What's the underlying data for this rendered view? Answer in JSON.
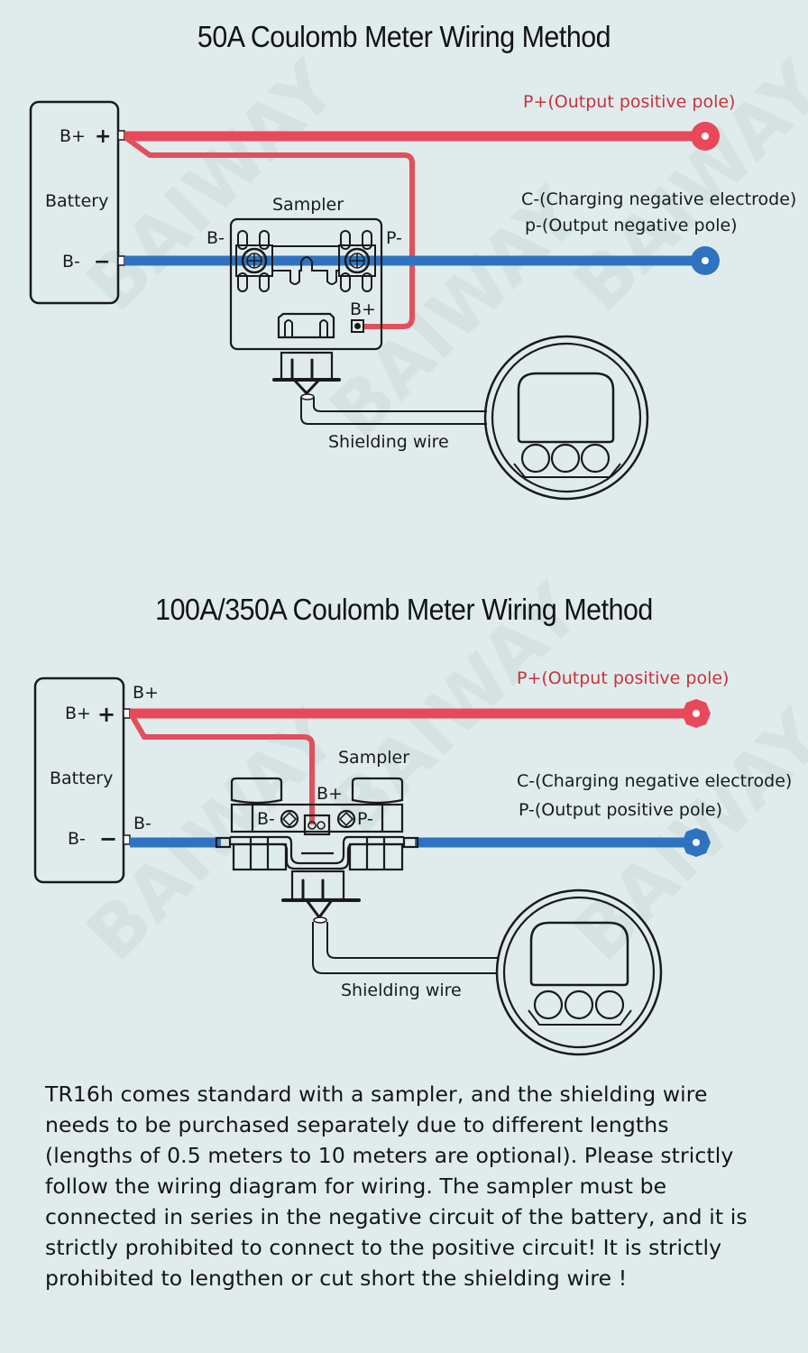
{
  "colors": {
    "background": "#e0ecec",
    "positive_wire": "#e8495a",
    "negative_wire": "#2f73c0",
    "positive_label": "#c7323e",
    "line": "#1a1a1a"
  },
  "watermark": "BAIWAY",
  "diagram_50a": {
    "title": "50A Coulomb Meter Wiring Method",
    "battery": {
      "label": "Battery",
      "pos_terminal": "B+",
      "pos_sign": "+",
      "neg_terminal": "B-",
      "neg_sign": "−"
    },
    "sampler": {
      "label": "Sampler",
      "left_terminal": "B-",
      "right_terminal": "P-",
      "bplus_terminal": "B+"
    },
    "outputs": {
      "positive": "P+(Output positive pole)",
      "negative_line1": "C-(Charging negative electrode)",
      "negative_line2": "p-(Output negative pole)"
    },
    "shielding_wire_label": "Shielding wire"
  },
  "diagram_100a_350a": {
    "title": "100A/350A Coulomb Meter Wiring Method",
    "battery": {
      "label": "Battery",
      "pos_terminal": "B+",
      "pos_sign": "+",
      "neg_terminal": "B-",
      "neg_sign": "−",
      "pos_wire_label": "B+",
      "neg_wire_label": "B-"
    },
    "sampler": {
      "label": "Sampler",
      "left_terminal": "B-",
      "right_terminal": "P-",
      "bplus_terminal": "B+"
    },
    "outputs": {
      "positive": "P+(Output positive pole)",
      "negative_line1": "C-(Charging negative electrode)",
      "negative_line2": "P-(Output positive pole)"
    },
    "shielding_wire_label": "Shielding wire"
  },
  "description": "TR16h comes standard with a sampler, and the shielding wire\nneeds to be purchased separately due to different lengths\n(lengths of 0.5 meters to 10 meters are optional). Please strictly\nfollow the wiring diagram for wiring. The sampler must be\nconnected in series in the negative circuit of the battery, and it is\nstrictly prohibited to connect to the positive circuit! It is strictly\nprohibited to lengthen or cut short the shielding wire !"
}
